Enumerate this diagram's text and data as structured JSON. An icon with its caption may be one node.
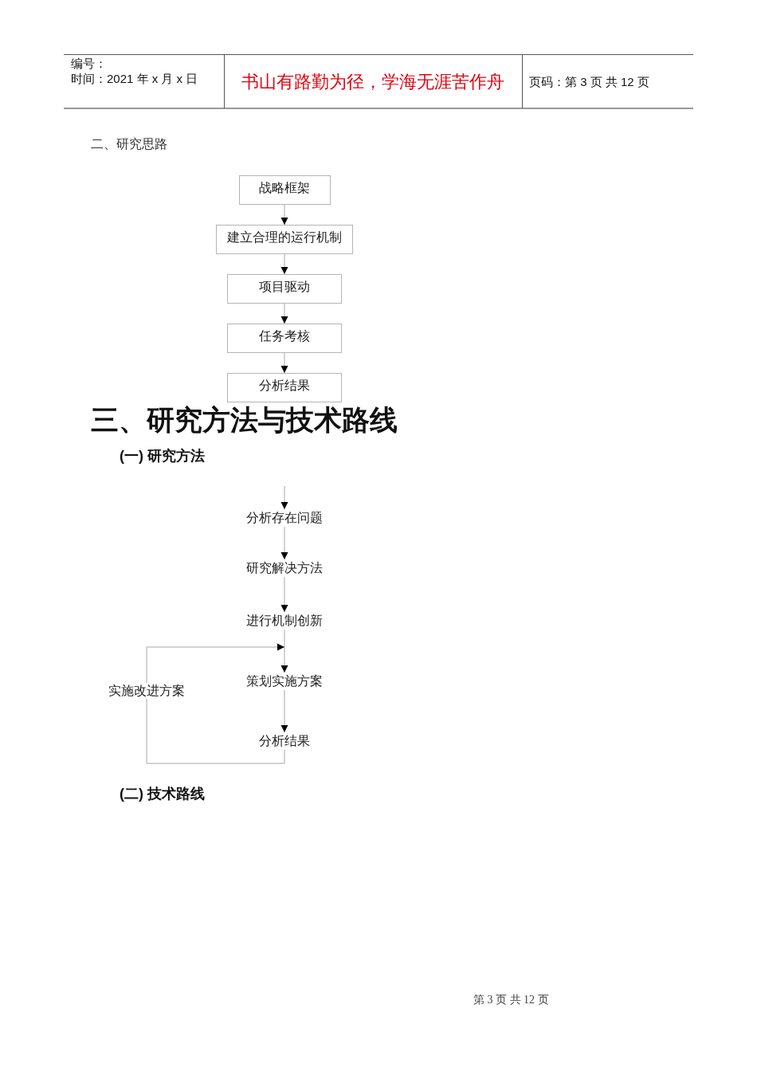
{
  "diagram": {
    "nodes": [
      {
        "text": [
          "战略框架"
        ]
      },
      {
        "text": [
          "建立合理的运行机制"
        ]
      },
      {
        "text": [
          "项目驱动"
        ]
      },
      {
        "text": [
          "任务考核"
        ]
      },
      {
        "text": [
          "分析结果"
        ]
      },
      {
        "text": [
          "分析存在问题"
        ]
      },
      {
        "text": [
          "研究解决方法"
        ]
      },
      {
        "text": [
          "进行机制创新"
        ]
      },
      {
        "text": [
          "策划实施方案"
        ]
      },
      {
        "text": [
          "分析结果"
        ]
      }
    ],
    "edges": [
      {
        "from": 0,
        "to": 1,
        "arrow": "to"
      },
      {
        "from": 1,
        "to": 2,
        "arrow": "to"
      },
      {
        "from": 2,
        "to": 3,
        "arrow": "to"
      },
      {
        "from": 3,
        "to": 4,
        "arrow": "to"
      },
      {
        "from": null,
        "to": 5,
        "arrow": "to"
      },
      {
        "from": 5,
        "to": 6,
        "arrow": "to"
      },
      {
        "from": 6,
        "to": 7,
        "arrow": "to"
      },
      {
        "from": 7,
        "to": 8,
        "arrow": "to"
      },
      {
        "from": 8,
        "to": 9,
        "arrow": "to"
      },
      {
        "from": 9,
        "to": 8,
        "arrow": "to",
        "label": "实施改进方案"
      }
    ],
    "labels": [
      "编号：",
      "时间：2021 年 x 月 x 日",
      "书山有路勤为径，学海无涯苦作舟",
      "页码：第 3 页 共 12 页",
      "二、研究思路",
      "三、研究方法与技术路线",
      "(一) 研究方法",
      "(二) 技术路线",
      "第 3 页 共 12 页"
    ]
  }
}
